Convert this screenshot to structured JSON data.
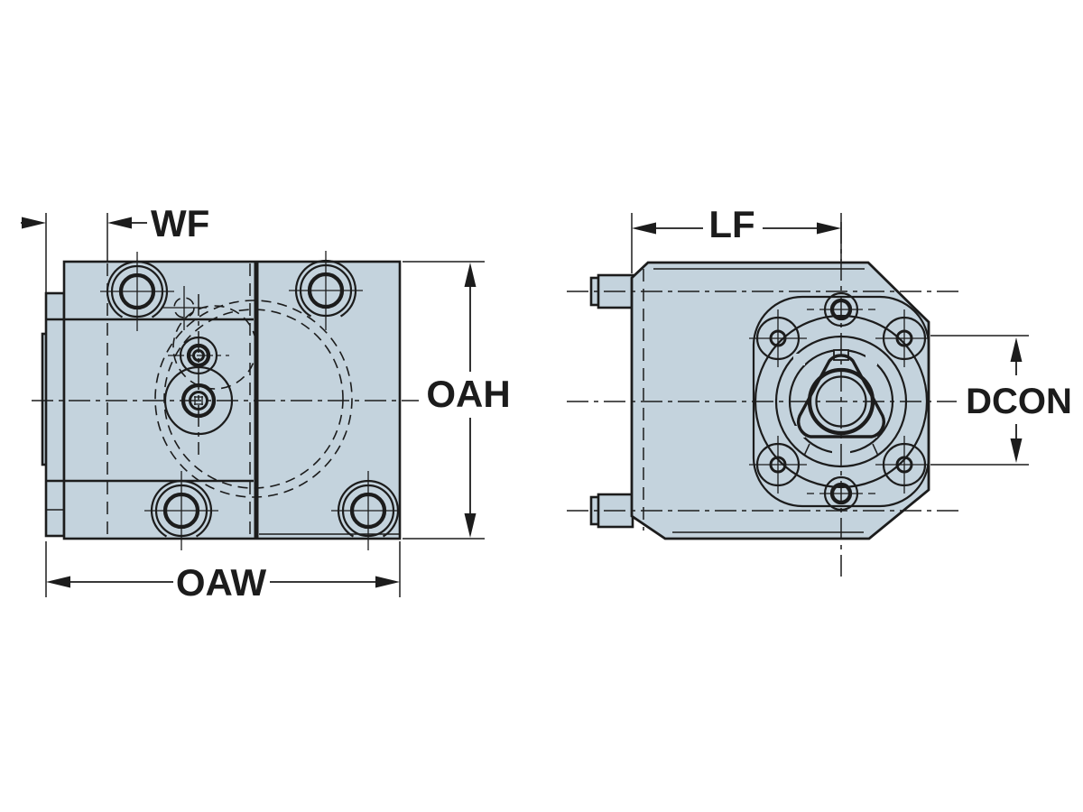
{
  "drawing": {
    "background_color": "#ffffff",
    "body_fill_color": "#c4d3dd",
    "line_color": "#1c1c1c",
    "dimension_labels": {
      "wf": "WF",
      "oah": "OAH",
      "oaw": "OAW",
      "lf": "LF",
      "dcon": "DCON"
    }
  }
}
